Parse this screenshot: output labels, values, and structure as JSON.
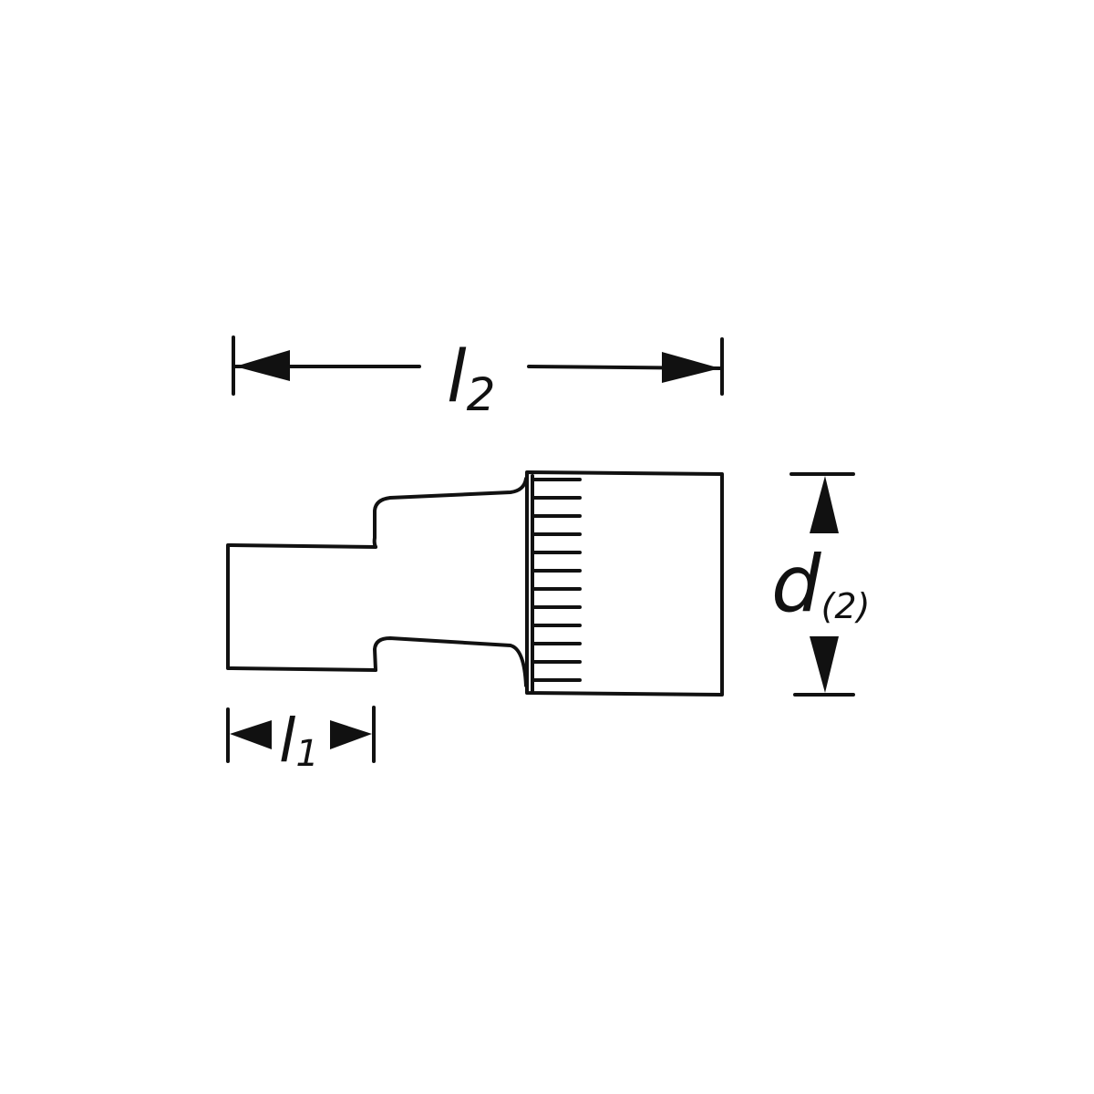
{
  "dimensions": {
    "overall_length": {
      "symbol": "l",
      "subscript": "2"
    },
    "hex_length": {
      "symbol": "l",
      "subscript": "1"
    },
    "diameter": {
      "symbol": "d",
      "subscript": "(2)"
    }
  },
  "colors": {
    "line": "#111111",
    "background": "#ffffff"
  }
}
